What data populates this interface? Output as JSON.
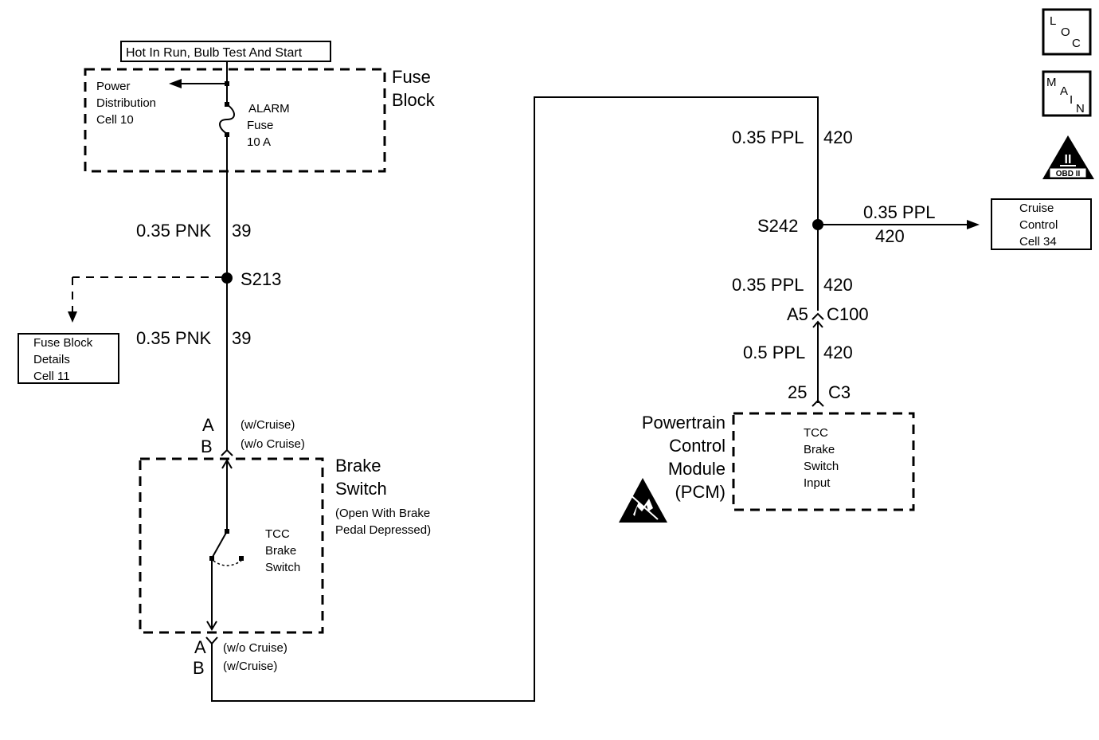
{
  "power_label": "Hot In Run, Bulb Test And Start",
  "fuse_block": {
    "title_line1": "Fuse",
    "title_line2": "Block",
    "power_dist_line1": "Power",
    "power_dist_line2": "Distribution",
    "power_dist_line3": "Cell 10",
    "fuse_line1": "ALARM",
    "fuse_line2": "Fuse",
    "fuse_line3": "10 A"
  },
  "left_wires": {
    "upper_size": "0.35 PNK",
    "upper_circuit": "39",
    "splice": "S213",
    "lower_size": "0.35 PNK",
    "lower_circuit": "39"
  },
  "fuse_details": {
    "line1": "Fuse Block",
    "line2": "Details",
    "line3": "Cell 11"
  },
  "top_connector": {
    "pin_a": "A",
    "pin_b": "B",
    "note_a": "(w/Cruise)",
    "note_b": "(w/o Cruise)"
  },
  "brake_switch": {
    "title_line1": "Brake",
    "title_line2": "Switch",
    "note_line1": "(Open With Brake",
    "note_line2": "Pedal Depressed)",
    "inner_line1": "TCC",
    "inner_line2": "Brake",
    "inner_line3": "Switch"
  },
  "bottom_connector": {
    "pin_a": "A",
    "pin_b": "B",
    "note_a": "(w/o Cruise)",
    "note_b": "(w/Cruise)"
  },
  "right_wires": {
    "top_size": "0.35 PPL",
    "top_circuit": "420",
    "splice": "S242",
    "branch_size": "0.35 PPL",
    "branch_circuit": "420",
    "mid_size": "0.35 PPL",
    "mid_circuit": "420",
    "conn_pin": "A5",
    "conn_name": "C100",
    "low_size": "0.5 PPL",
    "low_circuit": "420",
    "pcm_pin": "25",
    "pcm_conn": "C3"
  },
  "cruise_control": {
    "line1": "Cruise",
    "line2": "Control",
    "line3": "Cell 34"
  },
  "pcm": {
    "line1": "Powertrain",
    "line2": "Control",
    "line3": "Module",
    "line4": "(PCM)",
    "inner_line1": "TCC",
    "inner_line2": "Brake",
    "inner_line3": "Switch",
    "inner_line4": "Input"
  },
  "icons": {
    "loc_l": "L",
    "loc_o": "O",
    "loc_c": "C",
    "main_m": "M",
    "main_a": "A",
    "main_i": "I",
    "main_n": "N",
    "obd_numeral": "II",
    "obd_label": "OBD II"
  }
}
